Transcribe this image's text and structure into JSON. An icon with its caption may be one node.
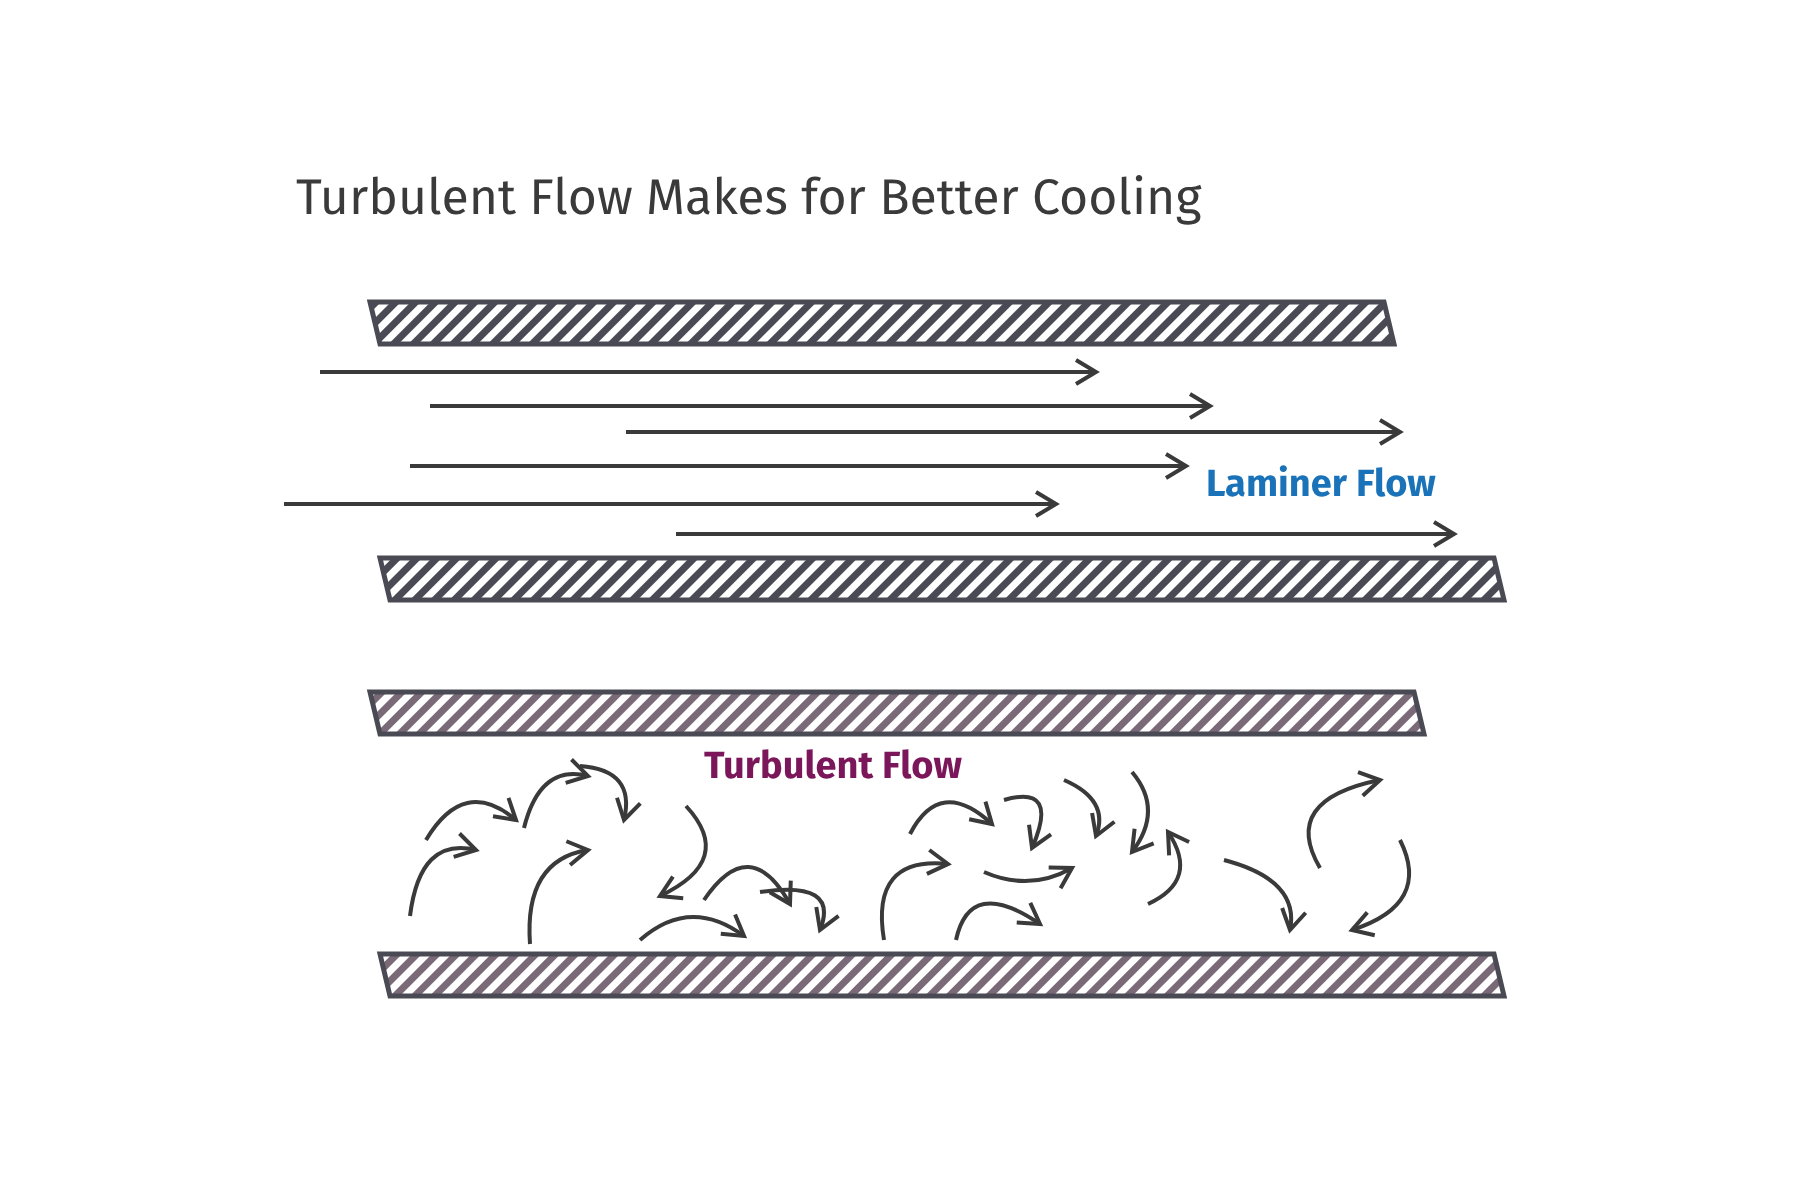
{
  "diagram": {
    "title": "Turbulent Flow Makes for Better Cooling",
    "labels": [
      "Laminer Flow",
      "Turbulent Flow"
    ]
  }
}
